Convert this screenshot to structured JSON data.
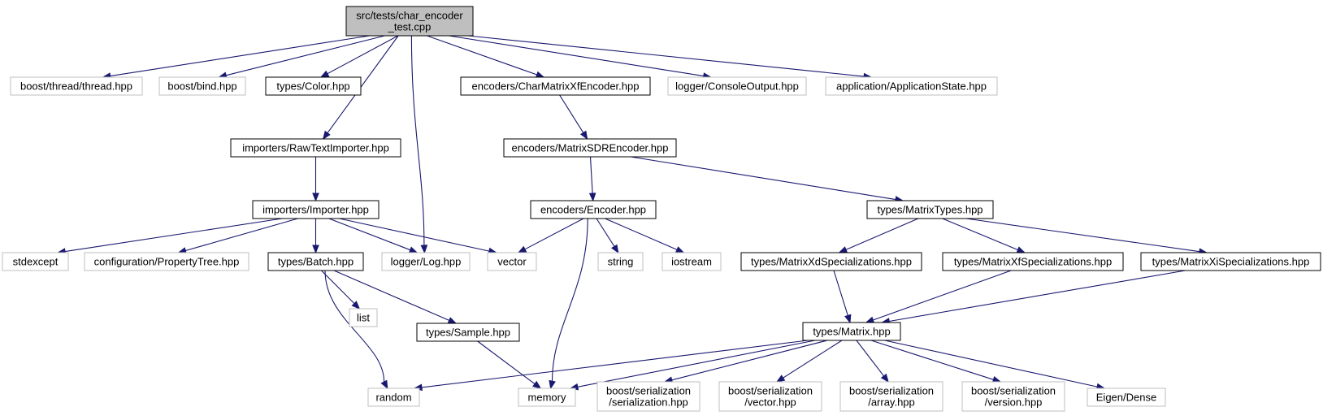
{
  "colors": {
    "edge": "#191970",
    "root_fill": "#bfbfbf",
    "documented_border": "#000000",
    "external_border": "#bfbfbf",
    "background": "#ffffff"
  },
  "nodes": {
    "root": {
      "lines": [
        "src/tests/char_encoder",
        "_test.cpp"
      ],
      "kind": "root"
    },
    "boost_thread": {
      "lines": [
        "boost/thread/thread.hpp"
      ],
      "kind": "external"
    },
    "boost_bind": {
      "lines": [
        "boost/bind.hpp"
      ],
      "kind": "external"
    },
    "types_color": {
      "lines": [
        "types/Color.hpp"
      ],
      "kind": "documented"
    },
    "enc_charmatrix": {
      "lines": [
        "encoders/CharMatrixXfEncoder.hpp"
      ],
      "kind": "documented"
    },
    "logger_console": {
      "lines": [
        "logger/ConsoleOutput.hpp"
      ],
      "kind": "external"
    },
    "app_state": {
      "lines": [
        "application/ApplicationState.hpp"
      ],
      "kind": "external"
    },
    "imp_rawtext": {
      "lines": [
        "importers/RawTextImporter.hpp"
      ],
      "kind": "documented"
    },
    "enc_matrixsdr": {
      "lines": [
        "encoders/MatrixSDREncoder.hpp"
      ],
      "kind": "documented"
    },
    "imp_importer": {
      "lines": [
        "importers/Importer.hpp"
      ],
      "kind": "documented"
    },
    "enc_encoder": {
      "lines": [
        "encoders/Encoder.hpp"
      ],
      "kind": "documented"
    },
    "types_matrixtypes": {
      "lines": [
        "types/MatrixTypes.hpp"
      ],
      "kind": "documented"
    },
    "stdexcept": {
      "lines": [
        "stdexcept"
      ],
      "kind": "external"
    },
    "config_ptree": {
      "lines": [
        "configuration/PropertyTree.hpp"
      ],
      "kind": "external"
    },
    "types_batch": {
      "lines": [
        "types/Batch.hpp"
      ],
      "kind": "documented"
    },
    "logger_log": {
      "lines": [
        "logger/Log.hpp"
      ],
      "kind": "external"
    },
    "vector": {
      "lines": [
        "vector"
      ],
      "kind": "external"
    },
    "string": {
      "lines": [
        "string"
      ],
      "kind": "external"
    },
    "iostream": {
      "lines": [
        "iostream"
      ],
      "kind": "external"
    },
    "types_xd": {
      "lines": [
        "types/MatrixXdSpecializations.hpp"
      ],
      "kind": "documented"
    },
    "types_xf": {
      "lines": [
        "types/MatrixXfSpecializations.hpp"
      ],
      "kind": "documented"
    },
    "types_xi": {
      "lines": [
        "types/MatrixXiSpecializations.hpp"
      ],
      "kind": "documented"
    },
    "list": {
      "lines": [
        "list"
      ],
      "kind": "external"
    },
    "types_sample": {
      "lines": [
        "types/Sample.hpp"
      ],
      "kind": "documented"
    },
    "types_matrix": {
      "lines": [
        "types/Matrix.hpp"
      ],
      "kind": "documented"
    },
    "random": {
      "lines": [
        "random"
      ],
      "kind": "external"
    },
    "memory": {
      "lines": [
        "memory"
      ],
      "kind": "external"
    },
    "bs_serialization": {
      "lines": [
        "boost/serialization",
        "/serialization.hpp"
      ],
      "kind": "external"
    },
    "bs_vector": {
      "lines": [
        "boost/serialization",
        "/vector.hpp"
      ],
      "kind": "external"
    },
    "bs_array": {
      "lines": [
        "boost/serialization",
        "/array.hpp"
      ],
      "kind": "external"
    },
    "bs_version": {
      "lines": [
        "boost/serialization",
        "/version.hpp"
      ],
      "kind": "external"
    },
    "eigen_dense": {
      "lines": [
        "Eigen/Dense"
      ],
      "kind": "external"
    }
  },
  "edges": [
    [
      "root",
      "boost_thread"
    ],
    [
      "root",
      "boost_bind"
    ],
    [
      "root",
      "types_color"
    ],
    [
      "root",
      "imp_rawtext"
    ],
    [
      "root",
      "logger_log"
    ],
    [
      "root",
      "enc_charmatrix"
    ],
    [
      "root",
      "logger_console"
    ],
    [
      "root",
      "app_state"
    ],
    [
      "imp_rawtext",
      "imp_importer"
    ],
    [
      "enc_charmatrix",
      "enc_matrixsdr"
    ],
    [
      "enc_matrixsdr",
      "enc_encoder"
    ],
    [
      "enc_matrixsdr",
      "types_matrixtypes"
    ],
    [
      "imp_importer",
      "stdexcept"
    ],
    [
      "imp_importer",
      "config_ptree"
    ],
    [
      "imp_importer",
      "types_batch"
    ],
    [
      "imp_importer",
      "logger_log"
    ],
    [
      "imp_importer",
      "vector"
    ],
    [
      "enc_encoder",
      "vector"
    ],
    [
      "enc_encoder",
      "string"
    ],
    [
      "enc_encoder",
      "iostream"
    ],
    [
      "enc_encoder",
      "memory"
    ],
    [
      "types_matrixtypes",
      "types_xd"
    ],
    [
      "types_matrixtypes",
      "types_xf"
    ],
    [
      "types_matrixtypes",
      "types_xi"
    ],
    [
      "types_batch",
      "list"
    ],
    [
      "types_batch",
      "types_sample"
    ],
    [
      "types_batch",
      "random"
    ],
    [
      "types_sample",
      "memory"
    ],
    [
      "types_xd",
      "types_matrix"
    ],
    [
      "types_xf",
      "types_matrix"
    ],
    [
      "types_xi",
      "types_matrix"
    ],
    [
      "types_matrix",
      "random"
    ],
    [
      "types_matrix",
      "memory"
    ],
    [
      "types_matrix",
      "bs_serialization"
    ],
    [
      "types_matrix",
      "bs_vector"
    ],
    [
      "types_matrix",
      "bs_array"
    ],
    [
      "types_matrix",
      "bs_version"
    ],
    [
      "types_matrix",
      "eigen_dense"
    ]
  ]
}
